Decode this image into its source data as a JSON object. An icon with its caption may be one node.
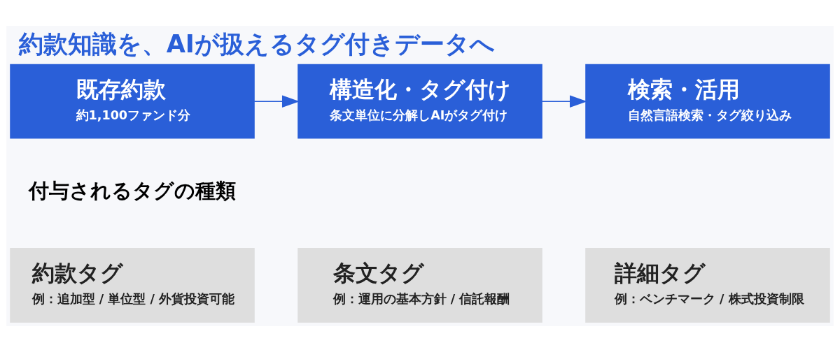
{
  "diagram": {
    "title": "約款知識を、AIが扱えるタグ付きデータへ",
    "nodes": [
      {
        "text": [
          "既存約款",
          "約1,100ファンド分"
        ]
      },
      {
        "text": [
          "構造化・タグ付け",
          "条文単位に分解しAIがタグ付け"
        ]
      },
      {
        "text": [
          "検索・活用",
          "自然言語検索・タグ絞り込み"
        ]
      },
      {
        "text": [
          "約款タグ",
          "例：追加型 / 単位型 / 外貨投資可能"
        ]
      },
      {
        "text": [
          "条文タグ",
          "例：運用の基本方針 / 信託報酬"
        ]
      },
      {
        "text": [
          "詳細タグ",
          "例：ベンチマーク / 株式投資制限"
        ]
      }
    ],
    "edges": [
      {
        "from": 0,
        "to": 1,
        "arrow": "to"
      },
      {
        "from": 1,
        "to": 2,
        "arrow": "to"
      }
    ],
    "labels": [
      "付与されるタグの種類"
    ]
  }
}
